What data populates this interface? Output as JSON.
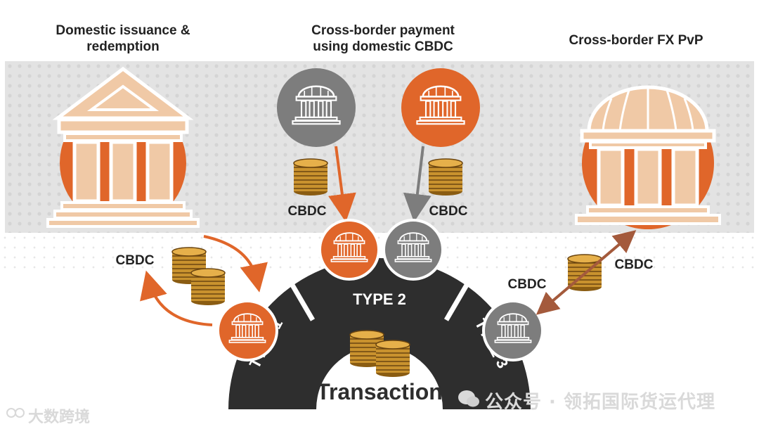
{
  "headings": {
    "left": "Domestic issuance &\nredemption",
    "center": "Cross-border payment\nusing domestic CBDC",
    "right": "Cross-border FX PvP"
  },
  "labels": {
    "cbdc_left": "CBDC",
    "cbdc_center_left": "CBDC",
    "cbdc_center_right": "CBDC",
    "cbdc_right_upper": "CBDC",
    "cbdc_right_lower": "CBDC",
    "type1": "TYPE 1",
    "type2": "TYPE 2",
    "type3": "TYPE 3",
    "transaction": "Transaction"
  },
  "watermarks": {
    "bottom_left": "大数跨境",
    "bottom_right": "公众号 · 领拓国际货运代理"
  },
  "colors": {
    "orange": "#e0662a",
    "peach": "#f0c9a6",
    "gray": "#7d7d7d",
    "dark": "#2e2e2e",
    "coin": "#c9922e"
  }
}
